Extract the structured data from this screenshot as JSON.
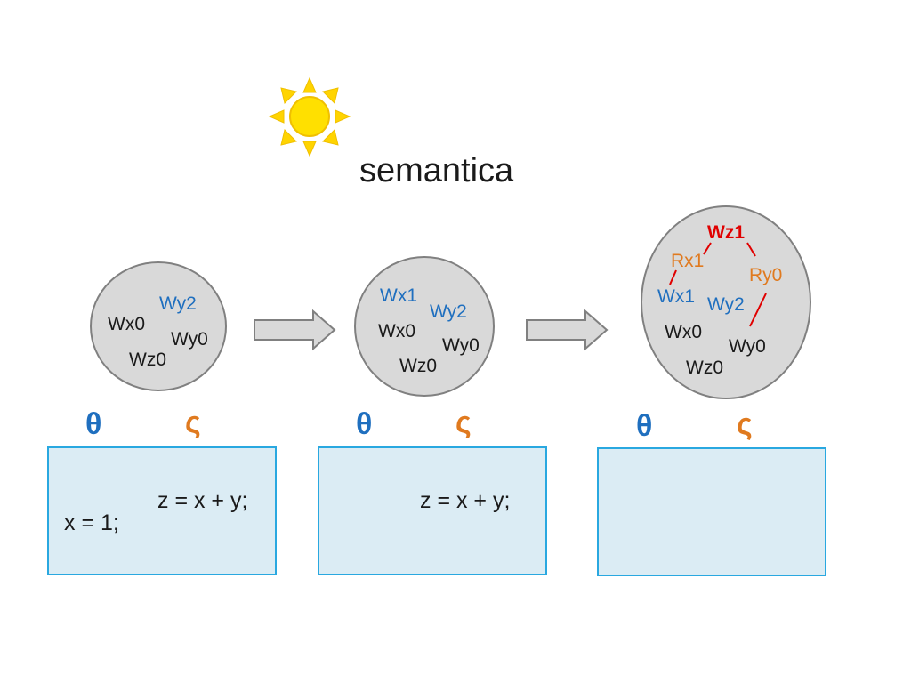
{
  "title": "semantica",
  "colors": {
    "event_black": "#1a1a1a",
    "event_blue": "#1f6fbf",
    "event_orange": "#e07a1f",
    "event_red": "#e00000",
    "theta": "#1f6fbf",
    "sigma": "#e07a1f",
    "circle_fill": "#d9d9d9",
    "circle_stroke": "#808080",
    "box_fill": "#dbecf4",
    "box_stroke": "#29a8e0",
    "sun_fill": "#ffe000",
    "sun_ray": "#ffd400"
  },
  "icons": {
    "sun": "sun-icon",
    "arrow": "right-arrow"
  },
  "states": [
    {
      "events": [
        {
          "id": "Wx0",
          "label": "Wx0",
          "color": "black"
        },
        {
          "id": "Wy2",
          "label": "Wy2",
          "color": "blue"
        },
        {
          "id": "Wy0",
          "label": "Wy0",
          "color": "black"
        },
        {
          "id": "Wz0",
          "label": "Wz0",
          "color": "black"
        }
      ],
      "theta": "θ",
      "sigma": "ς",
      "program": [
        "x = 1;",
        "z = x + y;"
      ]
    },
    {
      "events": [
        {
          "id": "Wx1",
          "label": "Wx1",
          "color": "blue"
        },
        {
          "id": "Wy2",
          "label": "Wy2",
          "color": "blue"
        },
        {
          "id": "Wx0",
          "label": "Wx0",
          "color": "black"
        },
        {
          "id": "Wy0",
          "label": "Wy0",
          "color": "black"
        },
        {
          "id": "Wz0",
          "label": "Wz0",
          "color": "black"
        }
      ],
      "theta": "θ",
      "sigma": "ς",
      "program": [
        "z = x + y;"
      ]
    },
    {
      "events": [
        {
          "id": "Wz1",
          "label": "Wz1",
          "color": "red",
          "bold": true
        },
        {
          "id": "Rx1",
          "label": "Rx1",
          "color": "orange"
        },
        {
          "id": "Ry0",
          "label": "Ry0",
          "color": "orange"
        },
        {
          "id": "Wx1",
          "label": "Wx1",
          "color": "blue"
        },
        {
          "id": "Wy2",
          "label": "Wy2",
          "color": "blue"
        },
        {
          "id": "Wx0",
          "label": "Wx0",
          "color": "black"
        },
        {
          "id": "Wy0",
          "label": "Wy0",
          "color": "black"
        },
        {
          "id": "Wz0",
          "label": "Wz0",
          "color": "black"
        }
      ],
      "edges": [
        {
          "from": "Wz1",
          "to": "Rx1"
        },
        {
          "from": "Wz1",
          "to": "Ry0"
        },
        {
          "from": "Rx1",
          "to": "Wx1"
        },
        {
          "from": "Ry0",
          "to": "Wy0"
        }
      ],
      "theta": "θ",
      "sigma": "ς",
      "program": []
    }
  ]
}
